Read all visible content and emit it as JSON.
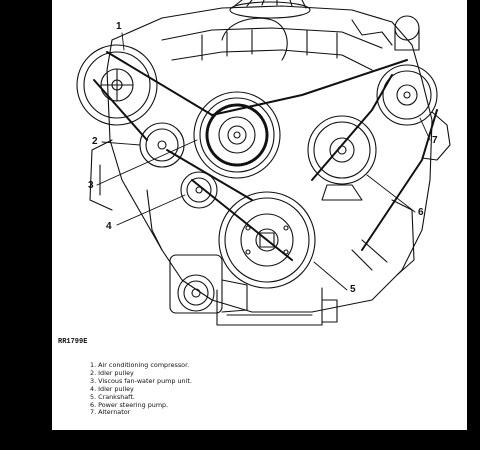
{
  "figure": {
    "code": "RR1799E",
    "callouts": [
      "1",
      "2",
      "3",
      "4",
      "5",
      "6",
      "7"
    ],
    "legend": [
      "1.  Air  conditioning  compressor.",
      "2.  Idler  pulley",
      "3.  Viscous  fan-water  pump  unit.",
      "4.  Idler  pulley",
      "5.  Crankshaft.",
      "6.  Power  steering  pump.",
      "7.  Alternator"
    ]
  }
}
